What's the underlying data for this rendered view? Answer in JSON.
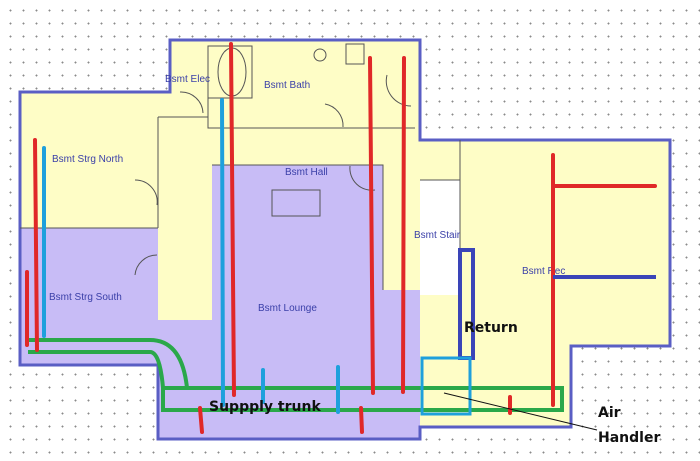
{
  "rooms": {
    "elec": "Bsmt Elec",
    "bath": "Bsmt Bath",
    "strg_north": "Bsmt Strg North",
    "strg_south": "Bsmt Strg South",
    "hall": "Bsmt Hall",
    "lounge": "Bsmt Lounge",
    "stair": "Bsmt Stair",
    "rec": "Bsmt Rec"
  },
  "annotations": {
    "supply_trunk": "Suppply trunk",
    "return": "Return",
    "air_handler_1": "Air",
    "air_handler_2": "Handler"
  },
  "colors": {
    "wall": "#5a5ec4",
    "yellow_fill": "#fefdc6",
    "purple_fill": "#c8bcf6",
    "supply_red": "#e02828",
    "return_blue": "#1ea0dc",
    "trunk_green": "#2aa84a",
    "return_duct": "#3a44b8"
  }
}
